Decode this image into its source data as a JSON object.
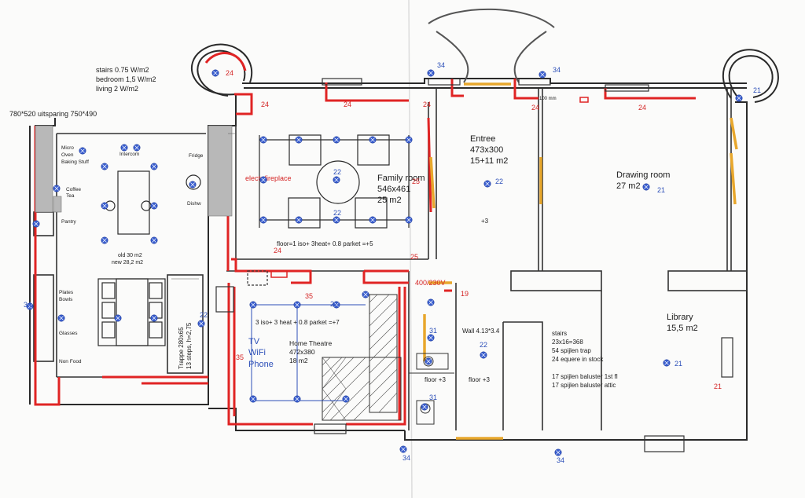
{
  "notes": {
    "heat_line1": "stairs 0.75 W/m2",
    "heat_line2": "bedroom 1,5 W/m2",
    "heat_line3": "living 2 W/m2",
    "dimensions": "780*520 uitsparing 750*490"
  },
  "kitchen": {
    "micro": "Micro",
    "oven": "Oven",
    "baking": "Baking Stuff",
    "intercom": "Intercom",
    "fridge": "Fridge",
    "coffee": "Coffee",
    "tea": "Tea",
    "pantry": "Pantry",
    "dishw": "Dishw",
    "area_old": "old 30 m2",
    "area_new": "new 28,2 m2",
    "plates": "Plates",
    "bowls": "Bowls",
    "glasses": "Glasses",
    "non_food": "Non Food"
  },
  "stairs_left": {
    "line1": "Trappe 280x65",
    "line2": "13 steps, h=2,75"
  },
  "family_room": {
    "title": "Family room",
    "size": "546x461",
    "area": "25 m2",
    "fireplace": "electr fireplace",
    "floor": "floor=1 iso+ 3heat+ 0.8 parket =+5"
  },
  "home_theatre": {
    "title": "Home Theatre",
    "size": "472x380",
    "area": "18 m2",
    "floor": "3 iso+ 3 heat + 0.8 parket =+7",
    "tv": "TV",
    "wifi": "WiFi",
    "phone": "Phone"
  },
  "entree": {
    "title": "Entree",
    "size": "473x300",
    "area": "15+11 m2",
    "plus": "+3"
  },
  "drawing_room": {
    "title": "Drawing room",
    "area": "27 m2"
  },
  "library": {
    "title": "Library",
    "area": "15,5 m2"
  },
  "hall": {
    "wall": "Wall 4.13*3.4",
    "floor_a": "floor +3",
    "floor_b": "floor +3",
    "voltage": "400/230V"
  },
  "stairs_right": {
    "line1": "stairs",
    "line2": "23x16=368",
    "line3": "54 spijlen trap",
    "line4": "24 equere in stock",
    "line5": "17 spijlen baluster 1st fl",
    "line6": "17 spijlen baluster attic"
  },
  "markers": {
    "m21": "21",
    "m22": "22",
    "m24": "24",
    "m25": "25",
    "m31": "31",
    "m34": "34",
    "m35": "35",
    "m19": "19",
    "mm100": "100 mm"
  }
}
